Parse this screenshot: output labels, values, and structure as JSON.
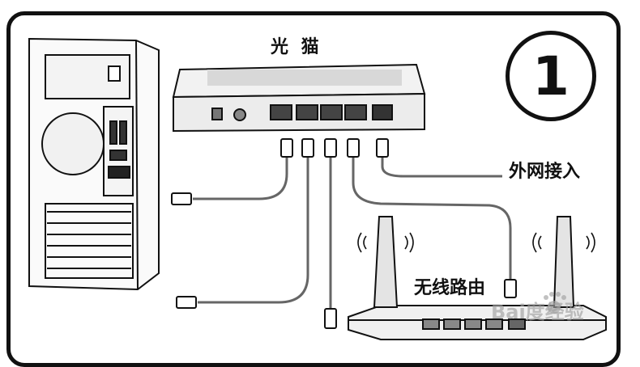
{
  "diagram": {
    "step_number": "1",
    "modem_label": "光 猫",
    "wan_label": "外网接入",
    "router_label": "无线路由"
  },
  "watermark": {
    "text": "Bai度经验",
    "icon": "paw-icon"
  },
  "colors": {
    "line": "#111111",
    "cable": "#555555",
    "panel": "#eeeeee",
    "watermark": "#a0a0a0"
  }
}
